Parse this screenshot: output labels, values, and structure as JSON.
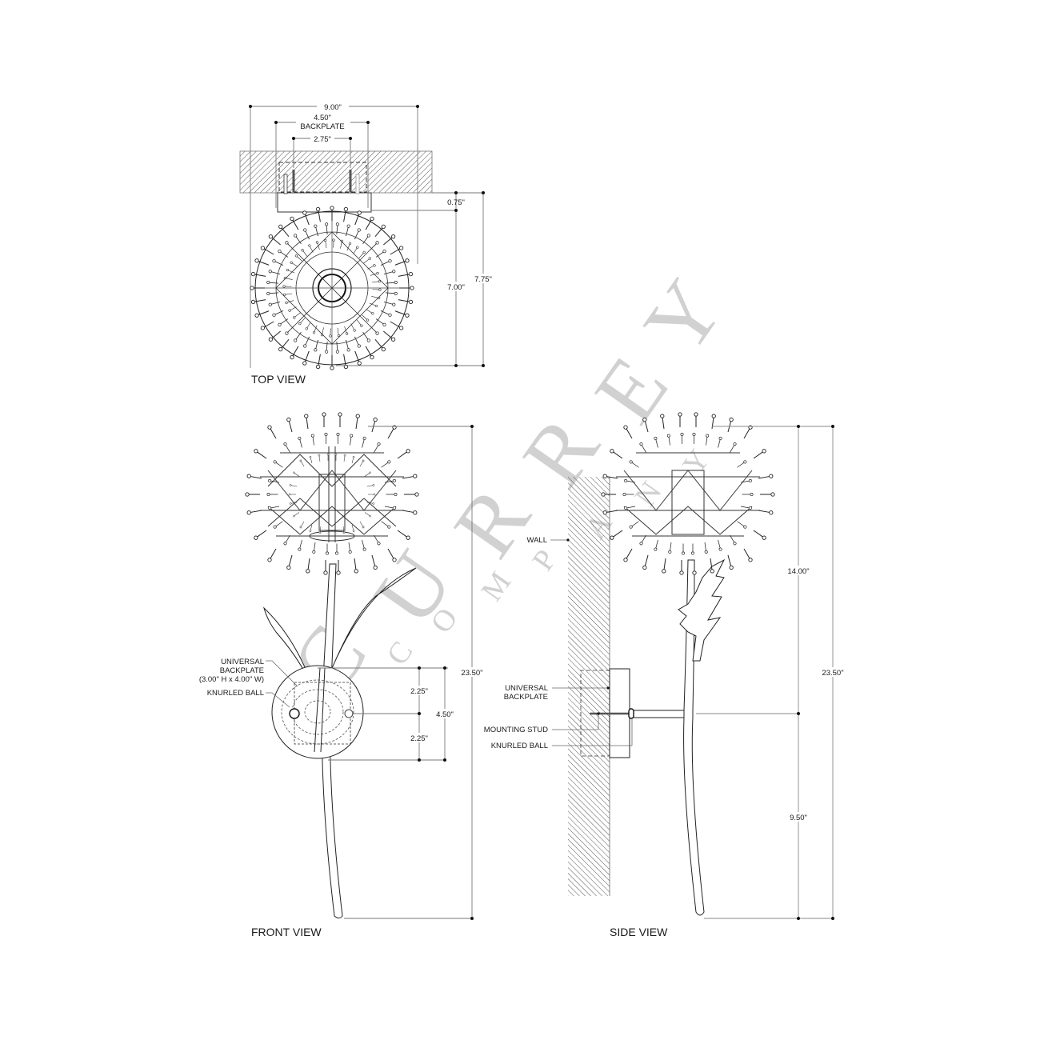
{
  "watermark": {
    "brand": [
      "C",
      "U",
      "R",
      "R",
      "E",
      "Y"
    ],
    "sub": [
      "C",
      "O",
      "M",
      "P",
      "A",
      "N",
      "Y"
    ],
    "color": "#c9c9c9"
  },
  "top_view": {
    "title": "TOP VIEW",
    "dims": {
      "overall_width": "9.00\"",
      "backplate_width": "4.50\"",
      "backplate_label": "BACKPLATE",
      "stud_spacing": "2.75\"",
      "backplate_depth": "0.75\"",
      "shade_depth": "7.00\"",
      "overall_depth": "7.75\""
    }
  },
  "front_view": {
    "title": "FRONT VIEW",
    "callouts": {
      "backplate_line1": "UNIVERSAL",
      "backplate_line2": "BACKPLATE",
      "backplate_size": "(3.00\" H x 4.00\" W)",
      "knurled_ball": "KNURLED BALL"
    },
    "dims": {
      "upper_half": "2.25\"",
      "lower_half": "2.25\"",
      "backplate_height": "4.50\"",
      "overall_height": "23.50\""
    }
  },
  "side_view": {
    "title": "SIDE VIEW",
    "callouts": {
      "wall": "WALL",
      "backplate_line1": "UNIVERSAL",
      "backplate_line2": "BACKPLATE",
      "mounting_stud": "MOUNTING STUD",
      "knurled_ball": "KNURLED BALL"
    },
    "dims": {
      "top_to_center": "14.00\"",
      "center_to_bottom": "9.50\"",
      "overall_height": "23.50\""
    }
  }
}
